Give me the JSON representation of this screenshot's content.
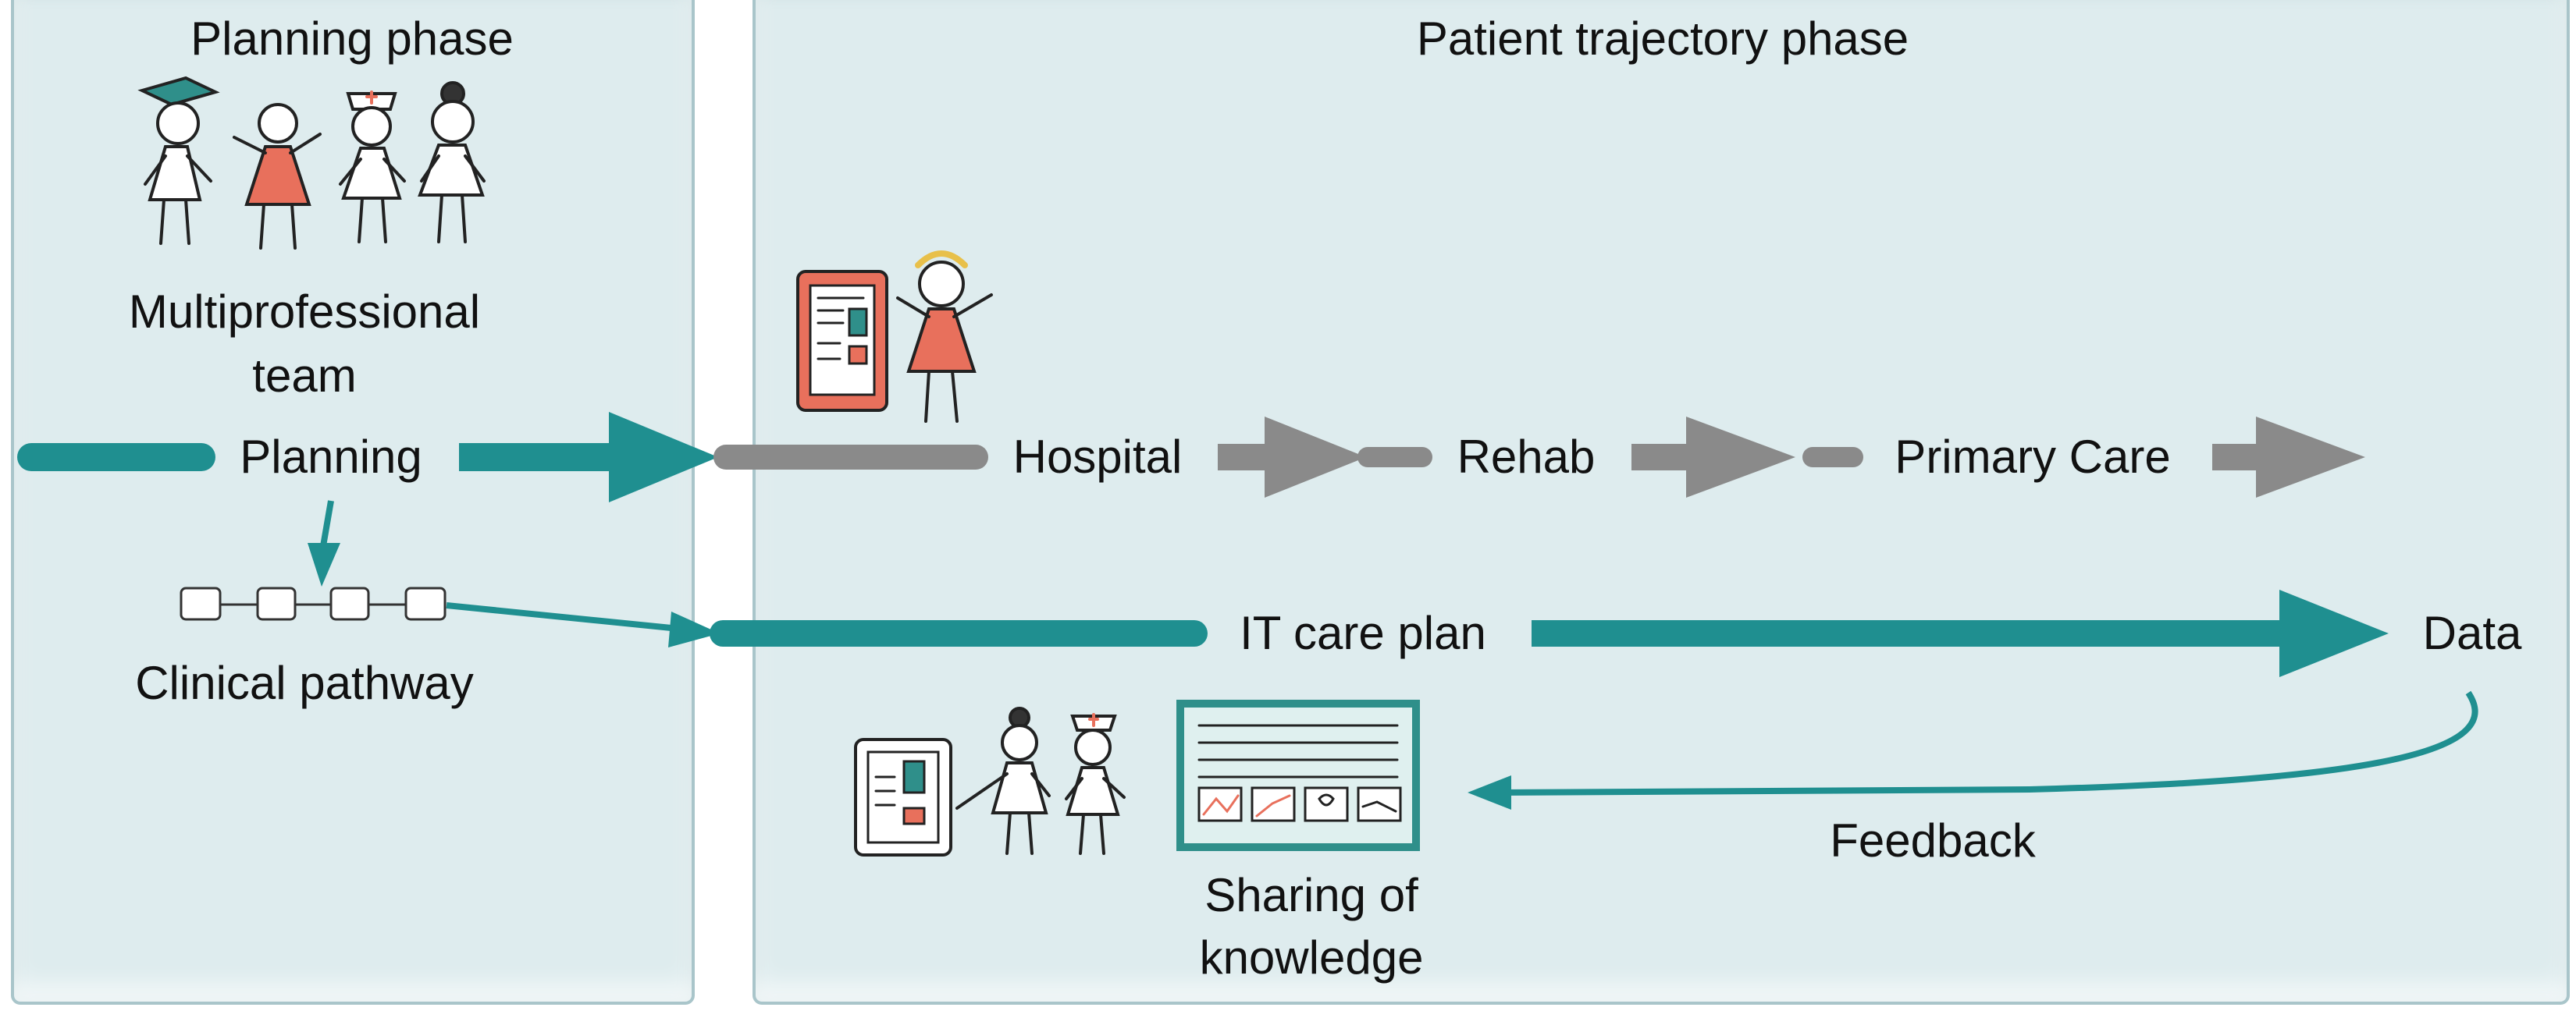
{
  "phases": {
    "planning_title": "Planning phase",
    "trajectory_title": "Patient trajectory phase"
  },
  "team": {
    "label_line1": "Multiprofessional",
    "label_line2": "team"
  },
  "flow": {
    "planning": "Planning",
    "hospital": "Hospital",
    "rehab": "Rehab",
    "primary_care": "Primary Care",
    "clinical_pathway": "Clinical pathway",
    "it_care_plan": "IT care plan",
    "data": "Data",
    "feedback": "Feedback",
    "sharing_line1": "Sharing of",
    "sharing_line2": "knowledge"
  },
  "colors": {
    "teal": "#1f8f90",
    "gray": "#8a8a8a",
    "panel": "#deecee",
    "coral": "#e8705c"
  }
}
